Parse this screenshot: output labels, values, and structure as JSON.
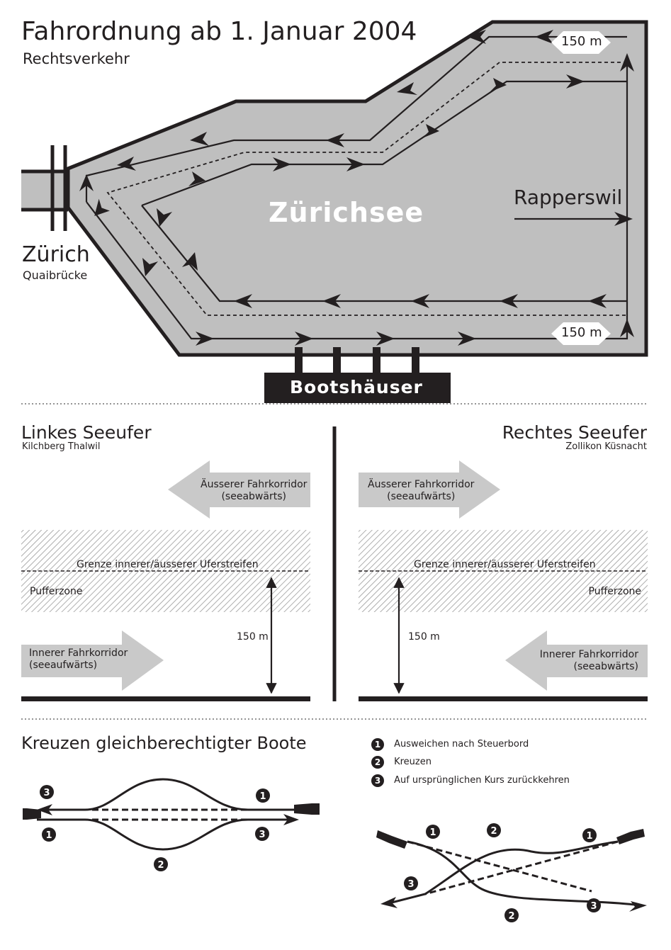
{
  "header": {
    "title": "Fahrordnung ab 1. Januar 2004",
    "subtitle": "Rechtsverkehr"
  },
  "map": {
    "lake_name": "Zürichsee",
    "city": "Zürich",
    "bridge": "Quaibrücke",
    "destination": "Rapperswil",
    "distance_top": "150 m",
    "distance_bottom": "150 m",
    "boathouses": "Bootshäuser"
  },
  "left_shore": {
    "title": "Linkes Seeufer",
    "places": "Kilchberg Thalwil",
    "outer_corridor_line1": "Äusserer Fahrkorridor",
    "outer_corridor_line2": "(seeabwärts)",
    "boundary": "Grenze innerer/äusserer Uferstreifen",
    "buffer": "Pufferzone",
    "distance": "150 m",
    "inner_corridor_line1": "Innerer Fahrkorridor",
    "inner_corridor_line2": "(seeaufwärts)"
  },
  "right_shore": {
    "title": "Rechtes Seeufer",
    "places": "Zollikon Küsnacht",
    "outer_corridor_line1": "Äusserer Fahrkorridor",
    "outer_corridor_line2": "(seeaufwärts)",
    "boundary": "Grenze innerer/äusserer Uferstreifen",
    "buffer": "Pufferzone",
    "distance": "150 m",
    "inner_corridor_line1": "Innerer Fahrkorridor",
    "inner_corridor_line2": "(seeabwärts)"
  },
  "crossing": {
    "title": "Kreuzen gleichberechtigter Boote",
    "legend": [
      {
        "num": "1",
        "text": "Ausweichen nach Steuerbord"
      },
      {
        "num": "2",
        "text": "Kreuzen"
      },
      {
        "num": "3",
        "text": "Auf ursprünglichen Kurs zurückkehren"
      }
    ],
    "colors": {
      "lake": "#bfbfbf",
      "ink": "#231f20",
      "arrow_fill": "#c9c9c9"
    }
  }
}
